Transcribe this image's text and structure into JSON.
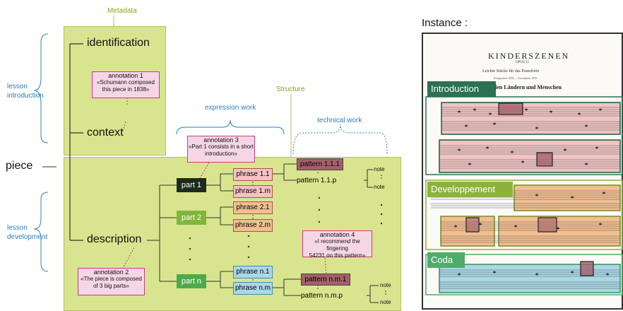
{
  "diagram": {
    "metadata_title": "Metadata",
    "structure_title": "Structure",
    "lesson_introduction": [
      "lesson",
      "introduction"
    ],
    "lesson_development": [
      "lesson",
      "development"
    ],
    "piece": "piece",
    "identification": "identification",
    "context": "context",
    "description": "description",
    "expression_work": "expression work",
    "technical_work": "technical work",
    "annotation1": {
      "title": "annotation 1",
      "text": [
        "«Schumann composed",
        "this piece in 1838»"
      ]
    },
    "annotation2": {
      "title": "annotation 2",
      "text": [
        "«The piece is composed",
        "of 3 big parts»"
      ]
    },
    "annotation3": {
      "title": "annotation 3",
      "text": [
        "«Part 1 consists in a short",
        "introduction»"
      ]
    },
    "annotation4": {
      "title": "annotation 4",
      "text": [
        "«I recommend the fingering",
        "54231 on this pattern»"
      ]
    },
    "parts": [
      "part 1",
      "part 2",
      "part n"
    ],
    "phrases": [
      "phrase 1.1",
      "phrase 1.m",
      "phrase 2.1",
      "phrase 2.m",
      "phrase n.1",
      "phrase n.m"
    ],
    "patterns": [
      "pattern 1.1.1",
      "pattern 1.1.p",
      "pattern n.m.1",
      "pattern n.m.p"
    ],
    "note": "note",
    "colors": {
      "part1": "#1d2b1c",
      "part2": "#7fb63a",
      "partn": "#4faa4a",
      "metadata_bg": "#d9e48e",
      "annotation_border": "#cc3a86"
    }
  },
  "instance": {
    "title": "Instance :",
    "score_title": "KINDERSZENEN",
    "opus": "OPUS 15",
    "subtitle": "Leichte Stücke für das Pianoforte",
    "composed": "Komponiert 1838 — Erschienen 1839",
    "piece_title": "Von fremden Ländern und Menschen",
    "sections": [
      "Introduction",
      "Developpement",
      "Coda"
    ],
    "colors": {
      "introduction": "#2b7152",
      "developpement": "#8db23c",
      "coda": "#4eac6c"
    }
  }
}
